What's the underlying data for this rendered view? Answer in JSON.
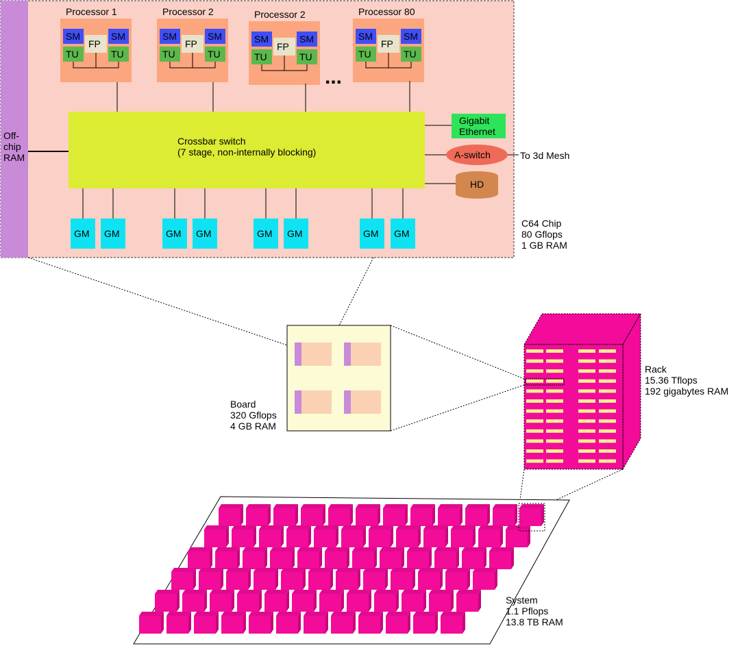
{
  "colors": {
    "chip_bg": "#fbd0c6",
    "proc_bg": "#fca67f",
    "sm": "#3f4ef5",
    "tu": "#5cb84d",
    "fp": "#e8e4cc",
    "crossbar": "#dcec33",
    "ethernet": "#2ee35a",
    "aswitch": "#ef6b58",
    "hd": "#d3874f",
    "gm": "#0fe3f3",
    "offchip": "#c98ad8",
    "board_bg": "#fcfbd6",
    "board_chip": "#fbd1b4",
    "rack": "#f30b9a",
    "rack_slot": "#f7f08f"
  },
  "chip": {
    "processors": [
      {
        "label": "Processor 1"
      },
      {
        "label": "Processor 2"
      },
      {
        "label": "Processor 2"
      },
      {
        "label": "Processor 80"
      }
    ],
    "sm_label": "SM",
    "tu_label": "TU",
    "fp_label": "FP",
    "ellipsis": "...",
    "crossbar_line1": "Crossbar switch",
    "crossbar_line2": "(7 stage, non-internally blocking)",
    "ethernet_line1": "Gigabit",
    "ethernet_line2": "Ethernet",
    "aswitch": "A-switch",
    "to_mesh": "To 3d Mesh",
    "hd": "HD",
    "gm_label": "GM",
    "offchip_line1": "Off-",
    "offchip_line2": "chip",
    "offchip_line3": "RAM",
    "caption": [
      "C64 Chip",
      "80 Gflops",
      "1 GB RAM"
    ]
  },
  "board": {
    "caption": [
      "Board",
      "320 Gflops",
      "4 GB RAM"
    ]
  },
  "rack": {
    "caption": [
      "Rack",
      "15.36 Tflops",
      "192 gigabytes RAM"
    ]
  },
  "system": {
    "caption": [
      "System",
      "1.1 Pflops",
      "13.8 TB RAM"
    ]
  }
}
